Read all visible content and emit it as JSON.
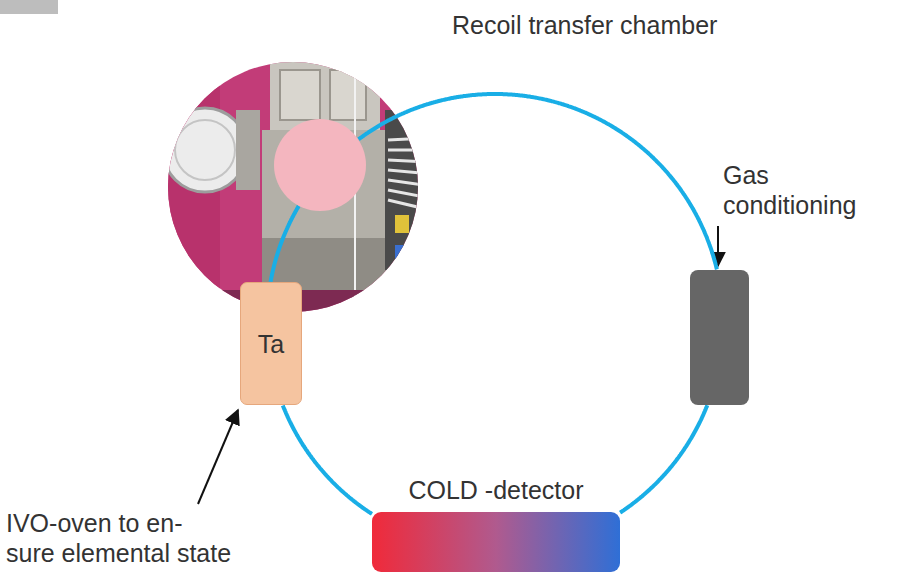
{
  "diagram": {
    "nodes": [
      {
        "text": [
          "Recoil transfer chamber"
        ]
      },
      {
        "text": [
          "Gas conditioning"
        ]
      },
      {
        "text": [
          "Ta"
        ]
      },
      {
        "text": [
          "COLD -detector"
        ]
      }
    ],
    "edges": [
      {
        "from": 0,
        "to": 1,
        "arrow": "none"
      },
      {
        "from": 1,
        "to": 3,
        "arrow": "none"
      },
      {
        "from": 3,
        "to": 2,
        "arrow": "none"
      },
      {
        "from": 2,
        "to": 0,
        "arrow": "none"
      }
    ],
    "labels": [
      "IVO-oven to en- sure elemental state"
    ]
  }
}
